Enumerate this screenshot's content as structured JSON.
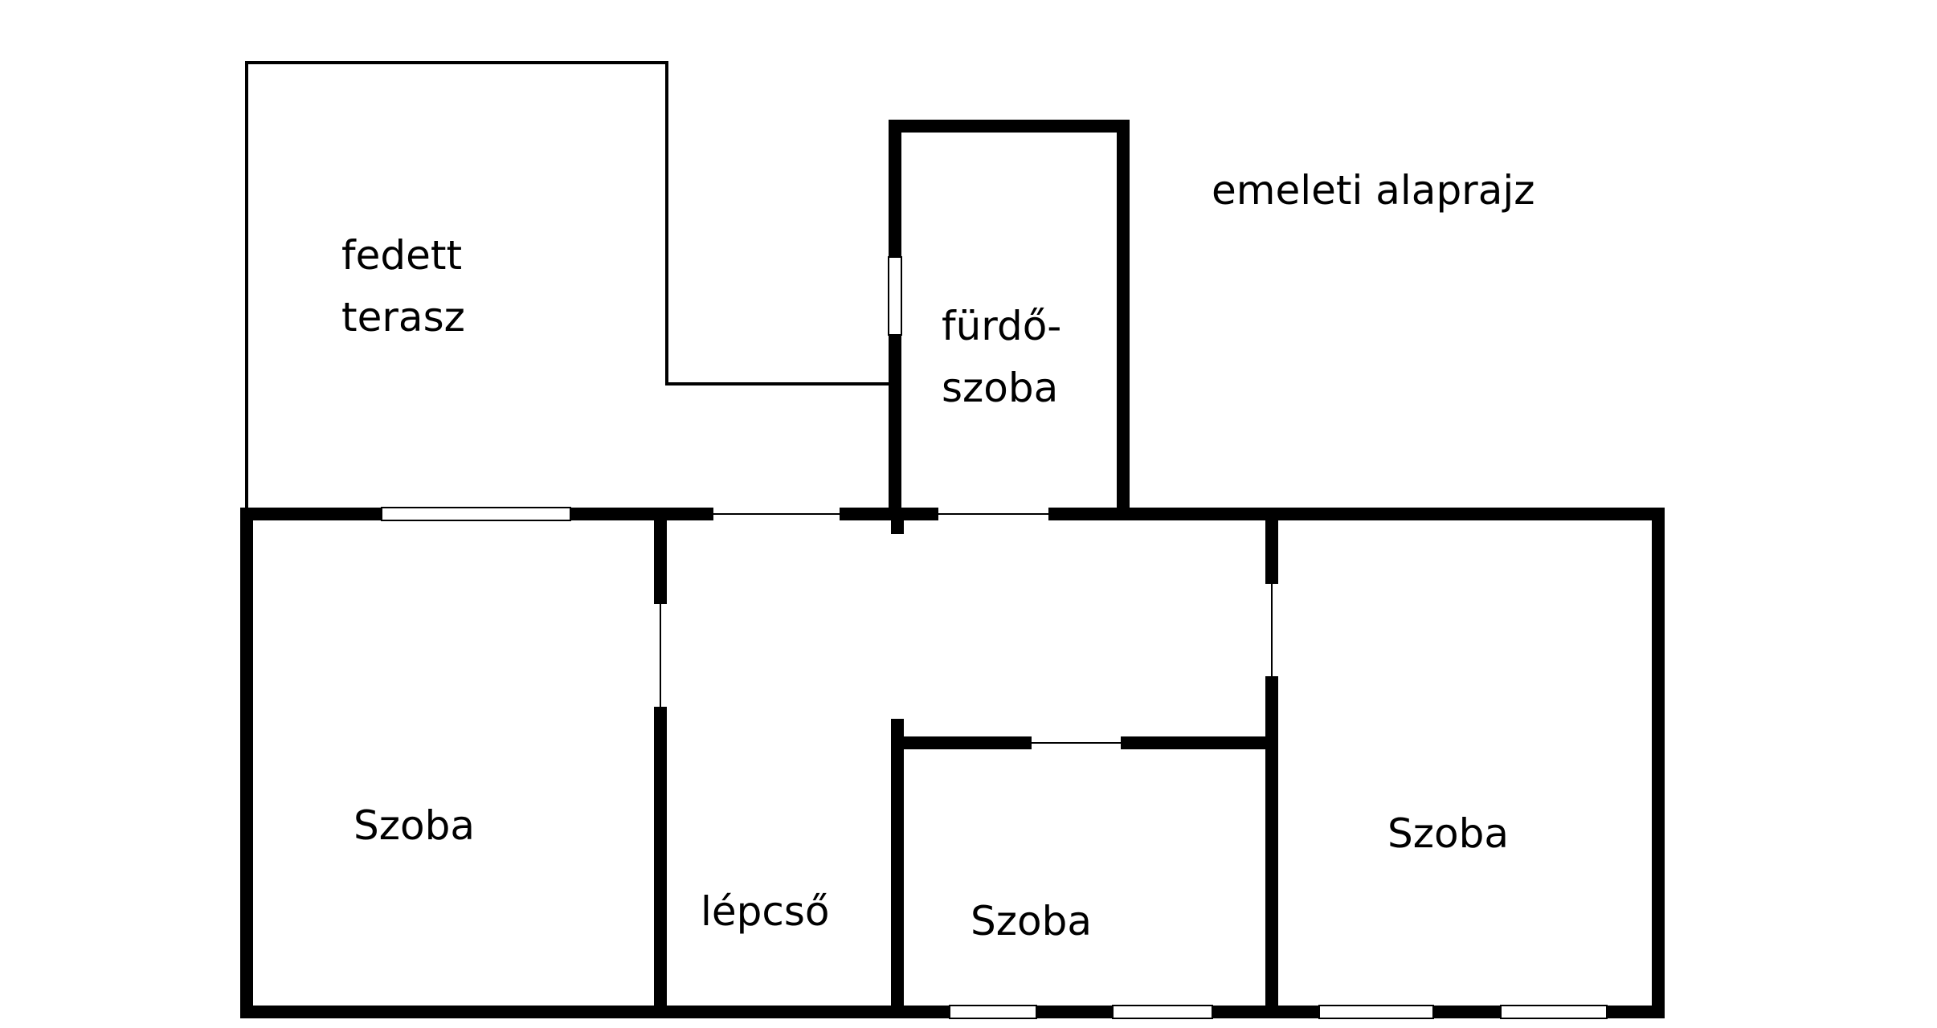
{
  "title": "emeleti alaprajz",
  "rooms": {
    "terrace": {
      "line1": "fedett",
      "line2": "terasz"
    },
    "bathroom": {
      "line1": "fürdő-",
      "line2": "szoba"
    },
    "room_left": {
      "label": "Szoba"
    },
    "stairs": {
      "label": "lépcső"
    },
    "room_middle": {
      "label": "Szoba"
    },
    "room_right": {
      "label": "Szoba"
    }
  },
  "colors": {
    "wall": "#000000",
    "background": "#ffffff"
  }
}
